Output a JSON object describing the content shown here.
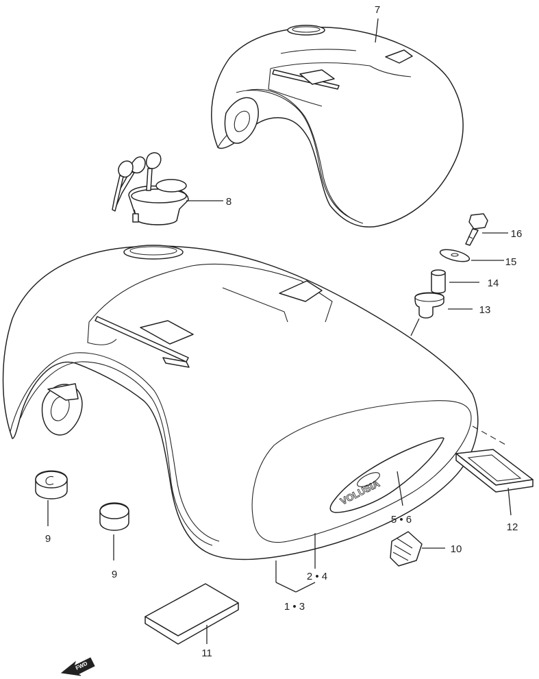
{
  "diagram": {
    "callouts": {
      "p7": "7",
      "p8": "8",
      "p16": "16",
      "p15": "15",
      "p14": "14",
      "p13": "13",
      "p12": "12",
      "p10": "10",
      "p56": "5 • 6",
      "p24": "2 • 4",
      "p13b": "1 • 3",
      "p9a": "9",
      "p9b": "9",
      "p11": "11"
    },
    "emblem_text": "VOLUSIA",
    "fwd_text": "FWD"
  }
}
